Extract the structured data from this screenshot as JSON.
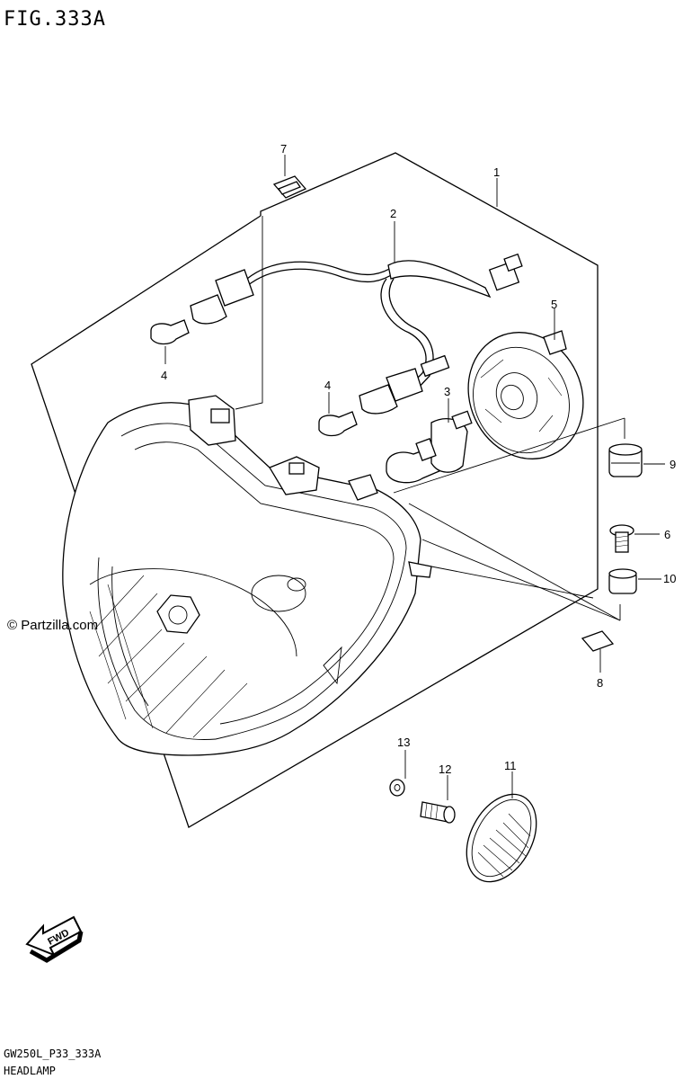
{
  "figure": {
    "title": "FIG.333A",
    "code": "GW250L_P33_333A",
    "name": "HEADLAMP"
  },
  "watermark": "© Partzilla.com",
  "fwd_label": "FWD",
  "callouts": [
    {
      "id": "1",
      "label": "1"
    },
    {
      "id": "2",
      "label": "2"
    },
    {
      "id": "3",
      "label": "3"
    },
    {
      "id": "4a",
      "label": "4"
    },
    {
      "id": "4b",
      "label": "4"
    },
    {
      "id": "5",
      "label": "5"
    },
    {
      "id": "6",
      "label": "6"
    },
    {
      "id": "7",
      "label": "7"
    },
    {
      "id": "8",
      "label": "8"
    },
    {
      "id": "9",
      "label": "9"
    },
    {
      "id": "10",
      "label": "10"
    },
    {
      "id": "11",
      "label": "11"
    },
    {
      "id": "12",
      "label": "12"
    },
    {
      "id": "13",
      "label": "13"
    }
  ]
}
